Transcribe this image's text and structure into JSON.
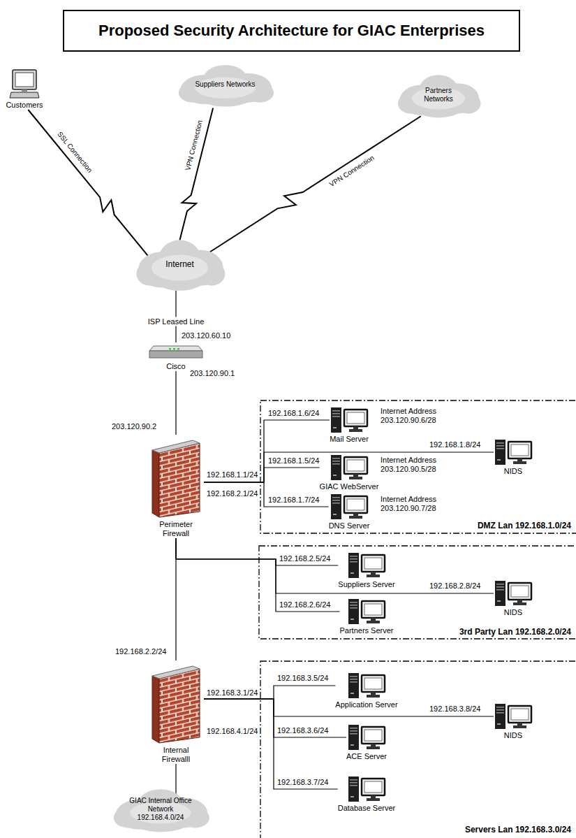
{
  "diagram": {
    "title": "Proposed Security Architecture for GIAC Enterprises",
    "nodes": [
      {
        "text": [
          "Customers"
        ]
      },
      {
        "text": [
          "Suppliers Networks"
        ]
      },
      {
        "text": [
          "Partners Networks"
        ]
      },
      {
        "text": [
          "Internet"
        ]
      },
      {
        "text": [
          "Cisco"
        ]
      },
      {
        "text": [
          "Perimeter Firewall"
        ]
      },
      {
        "text": [
          "DMZ Lan 192.168.1.0/24"
        ]
      },
      {
        "text": [
          "Mail Server"
        ],
        "in": 6
      },
      {
        "text": [
          "NIDS"
        ],
        "in": 6
      },
      {
        "text": [
          "GIAC WebServer"
        ],
        "in": 6
      },
      {
        "text": [
          "DNS Server"
        ],
        "in": 6
      },
      {
        "text": [
          "3rd Party Lan 192.168.2.0/24"
        ]
      },
      {
        "text": [
          "Suppliers Server"
        ],
        "in": 11
      },
      {
        "text": [
          "NIDS"
        ],
        "in": 11
      },
      {
        "text": [
          "Partners Server"
        ],
        "in": 11
      },
      {
        "text": [
          "Internal Firewalll"
        ]
      },
      {
        "text": [
          "Servers Lan 192.168.3.0/24"
        ]
      },
      {
        "text": [
          "Application Server"
        ],
        "in": 16
      },
      {
        "text": [
          "NIDS"
        ],
        "in": 16
      },
      {
        "text": [
          "ACE Server"
        ],
        "in": 16
      },
      {
        "text": [
          "Database Server"
        ],
        "in": 16
      },
      {
        "text": [
          "GIAC Internal Office Network 192.168.4.0/24"
        ]
      }
    ],
    "edges": [
      {
        "from": 0,
        "to": 3,
        "label": "SSL Connection",
        "arrow": "none"
      },
      {
        "from": 1,
        "to": 3,
        "label": "VPN Connection",
        "arrow": "none"
      },
      {
        "from": 2,
        "to": 3,
        "label": "VPN Connection",
        "arrow": "none"
      },
      {
        "from": 3,
        "to": 4,
        "label": "ISP Leased Line",
        "arrow": "none"
      },
      {
        "from": 4,
        "to": 5,
        "arrow": "none"
      },
      {
        "from": 5,
        "to": 7,
        "arrow": "none"
      },
      {
        "from": 5,
        "to": 8,
        "arrow": "none"
      },
      {
        "from": 5,
        "to": 9,
        "arrow": "none"
      },
      {
        "from": 5,
        "to": 10,
        "arrow": "none"
      },
      {
        "from": 5,
        "to": 15,
        "arrow": "none"
      },
      {
        "from": 5,
        "to": 12,
        "arrow": "none"
      },
      {
        "from": 5,
        "to": 13,
        "arrow": "none"
      },
      {
        "from": 5,
        "to": 14,
        "arrow": "none"
      },
      {
        "from": 15,
        "to": 17,
        "arrow": "none"
      },
      {
        "from": 15,
        "to": 18,
        "arrow": "none"
      },
      {
        "from": 15,
        "to": 19,
        "arrow": "none"
      },
      {
        "from": 15,
        "to": 20,
        "arrow": "none"
      },
      {
        "from": 15,
        "to": 21,
        "arrow": "none"
      }
    ],
    "labels": [
      "203.120.60.10",
      "203.120.90.1",
      "203.120.90.2",
      "192.168.1.1/24",
      "192.168.2.1/24",
      "192.168.1.6/24",
      "Internet Address 203.120.90.6/28",
      "192.168.1.8/24",
      "192.168.1.5/24",
      "Internet Address 203.120.90.5/28",
      "192.168.1.7/24",
      "Internet Address 203.120.90.7/28",
      "192.168.2.5/24",
      "192.168.2.8/24",
      "192.168.2.6/24",
      "192.168.2.2/24",
      "192.168.3.1/24",
      "192.168.4.1/24",
      "192.168.3.5/24",
      "192.168.3.8/24",
      "192.168.3.6/24",
      "192.168.3.7/24"
    ]
  }
}
